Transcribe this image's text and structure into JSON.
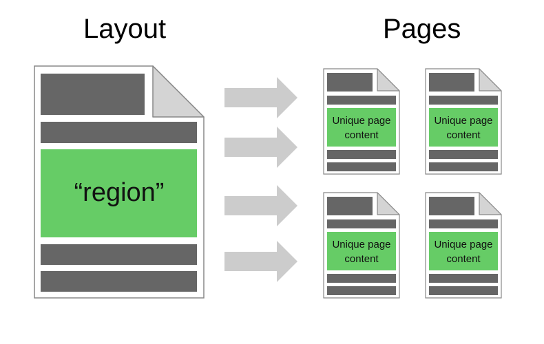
{
  "headings": {
    "left": "Layout",
    "right": "Pages"
  },
  "layout_page": {
    "region_label": "“region”"
  },
  "pages": [
    {
      "content_line1": "Unique page",
      "content_line2": "content"
    },
    {
      "content_line1": "Unique page",
      "content_line2": "content"
    },
    {
      "content_line1": "Unique page",
      "content_line2": "content"
    },
    {
      "content_line1": "Unique page",
      "content_line2": "content"
    }
  ],
  "colors": {
    "block": "#666666",
    "region": "#66cc66",
    "page_border": "#888888",
    "fold": "#d4d4d4",
    "arrow": "#cccccc"
  }
}
